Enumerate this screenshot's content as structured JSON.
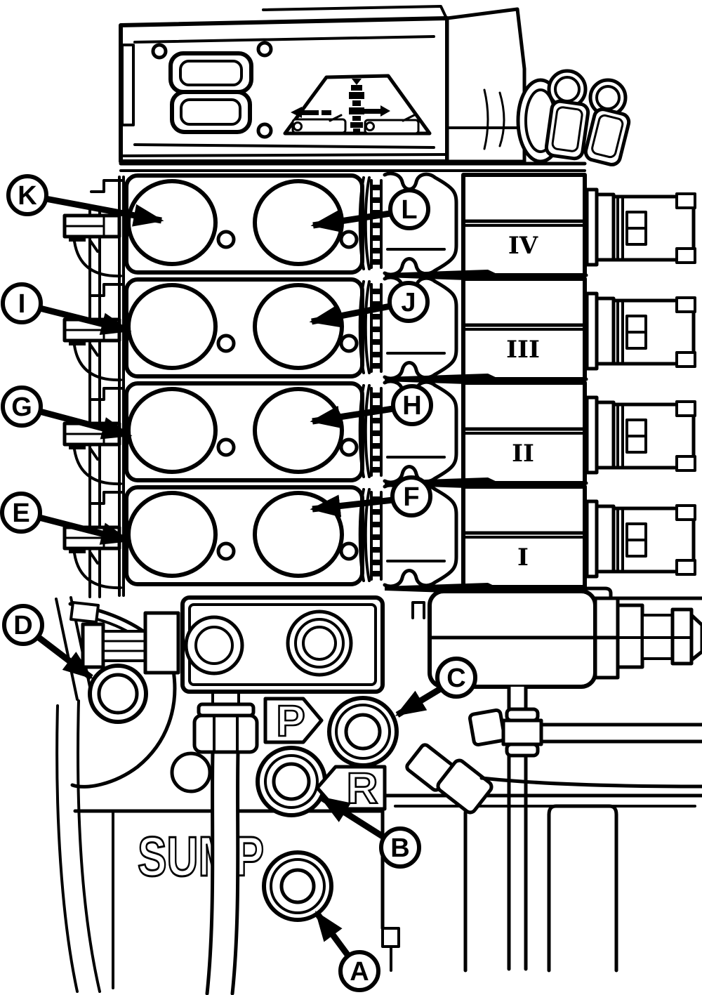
{
  "figure": {
    "background": "#ffffff",
    "line_color": "#000000"
  },
  "callouts": {
    "A": {
      "label": "A"
    },
    "B": {
      "label": "B"
    },
    "C": {
      "label": "C"
    },
    "D": {
      "label": "D"
    },
    "E": {
      "label": "E"
    },
    "F": {
      "label": "F"
    },
    "G": {
      "label": "G"
    },
    "H": {
      "label": "H"
    },
    "I": {
      "label": "I"
    },
    "J": {
      "label": "J"
    },
    "K": {
      "label": "K"
    },
    "L": {
      "label": "L"
    }
  },
  "valve_sections": [
    {
      "numeral": "IV"
    },
    {
      "numeral": "III"
    },
    {
      "numeral": "II"
    },
    {
      "numeral": "I"
    }
  ],
  "port_tags": {
    "pressure": {
      "label": "P"
    },
    "return": {
      "label": "R"
    }
  },
  "casting": {
    "sump_label": "SUMP"
  }
}
